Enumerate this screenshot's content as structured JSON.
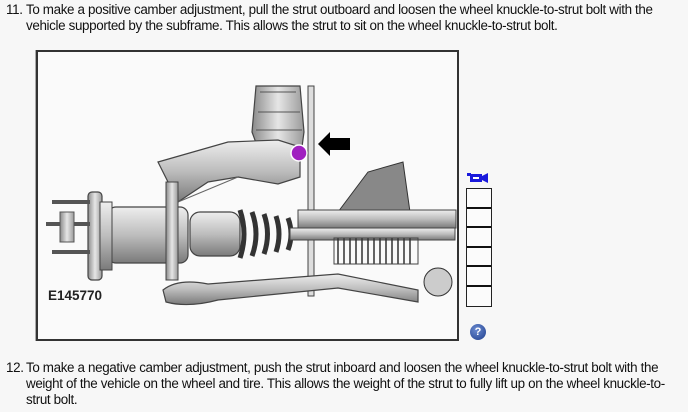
{
  "steps": [
    {
      "number": "11.",
      "text": "To make a positive camber adjustment, pull the strut outboard and loosen the wheel knuckle-to-strut bolt with the vehicle supported by the subframe. This allows the strut to sit on the wheel knuckle-to-strut bolt."
    },
    {
      "number": "12.",
      "text": "To make a negative camber adjustment, push the strut inboard and loosen the wheel knuckle-to-strut bolt with the weight of the vehicle on the wheel and tire. This allows the weight of the strut to fully lift up on the wheel knuckle-to-strut bolt."
    }
  ],
  "figure": {
    "label": "E145770",
    "description": "Front suspension illustration showing wheel knuckle, strut, halfshaft and lower arm; arrow points to knuckle-to-strut bolt highlighted in purple",
    "highlight_color": "#a020c0",
    "arrow_color": "#000000"
  },
  "side_tools": {
    "video_icon": "video-camera-icon",
    "video_icon_color": "#1a1adc",
    "slot_count": 6,
    "help_icon": "question-mark",
    "help_label": "?"
  }
}
